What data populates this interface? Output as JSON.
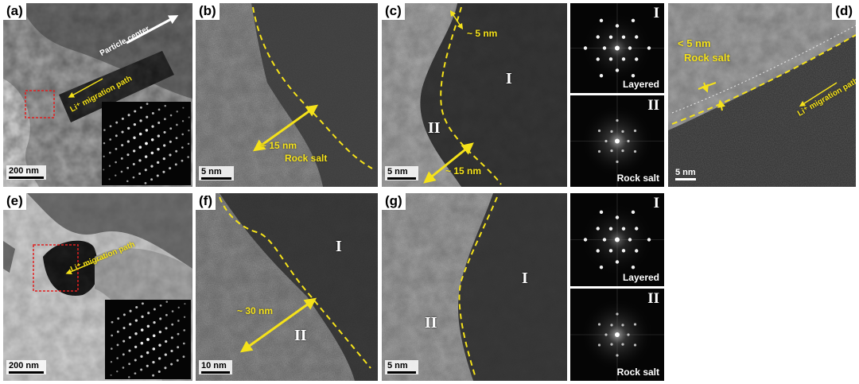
{
  "panels": {
    "a": {
      "label": "(a)",
      "scale": "200 nm",
      "arrow_text": "Particle center",
      "migration": "Li⁺ migration path"
    },
    "b": {
      "label": "(b)",
      "scale": "5 nm",
      "width_text": "~ 15 nm",
      "phase_text": "Rock salt"
    },
    "c": {
      "label": "(c)",
      "scale": "5 nm",
      "top_text": "~ 5 nm",
      "width_text": "~ 15 nm",
      "region1": "I",
      "region2": "II",
      "fft1_num": "I",
      "fft1_caption": "Layered",
      "fft2_num": "II",
      "fft2_caption": "Rock salt"
    },
    "d": {
      "label": "(d)",
      "scale": "5 nm",
      "width_text": "< 5 nm",
      "phase_text": "Rock salt",
      "migration": "Li⁺ migration path"
    },
    "e": {
      "label": "(e)",
      "scale": "200 nm",
      "migration": "Li⁺ migration path"
    },
    "f": {
      "label": "(f)",
      "scale": "10 nm",
      "width_text": "~ 30 nm",
      "region1": "I",
      "region2": "II"
    },
    "g": {
      "label": "(g)",
      "scale": "5 nm",
      "region1": "I",
      "region2": "II",
      "fft1_num": "I",
      "fft1_caption": "Layered",
      "fft2_num": "II",
      "fft2_caption": "Rock salt"
    }
  },
  "colors": {
    "annotation": "#f5e21a",
    "selection_box": "#e02020"
  }
}
